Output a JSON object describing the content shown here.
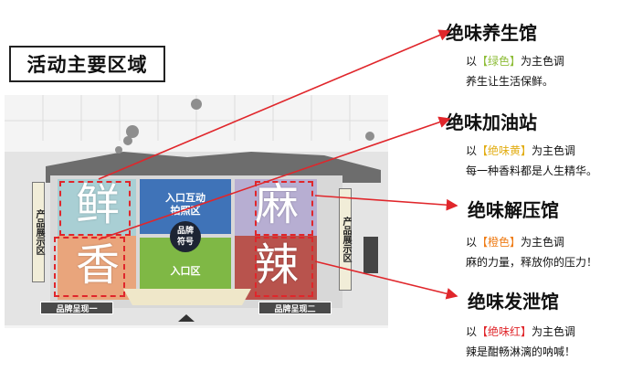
{
  "title": "活动主要区域",
  "zones": {
    "xian": "鲜",
    "xiang": "香",
    "ma": "麻",
    "la": "辣"
  },
  "center": {
    "entrance_photo": "入口互动\n拍照区",
    "entrance": "入口区",
    "brand_symbol": "品牌\n符号"
  },
  "side_labels": {
    "left": "产品展示区",
    "right": "产品展示区"
  },
  "bottom_labels": {
    "left": "品牌呈现一",
    "right": "品牌呈现二"
  },
  "halls": [
    {
      "name": "绝味养生馆",
      "prefix": "以",
      "color_word": "【绿色】",
      "suffix": "为主色调",
      "slogan": "养生让生活保鲜。",
      "accent": "#8fbe3a"
    },
    {
      "name": "绝味加油站",
      "prefix": "以",
      "color_word": "【绝味黄】",
      "suffix": "为主色调",
      "slogan": "每一种香料都是人生精华。",
      "accent": "#e2ad13"
    },
    {
      "name": "绝味解压馆",
      "prefix": "以",
      "color_word": "【橙色】",
      "suffix": "为主色调",
      "slogan": "麻的力量，释放你的压力！",
      "accent": "#ef7d18"
    },
    {
      "name": "绝味发泄馆",
      "prefix": "以",
      "color_word": "【绝味红】",
      "suffix": "为主色调",
      "slogan": "辣是酣畅淋漓的呐喊！",
      "accent": "#e0262b"
    }
  ],
  "colors": {
    "arrow": "#e0262b",
    "zone_xian": "#a9cfd4",
    "zone_xiang": "#e9a57c",
    "zone_ma": "#b7aed2",
    "zone_la": "#b8534d",
    "center_blue": "#3f73b8",
    "center_green": "#7fb845"
  }
}
